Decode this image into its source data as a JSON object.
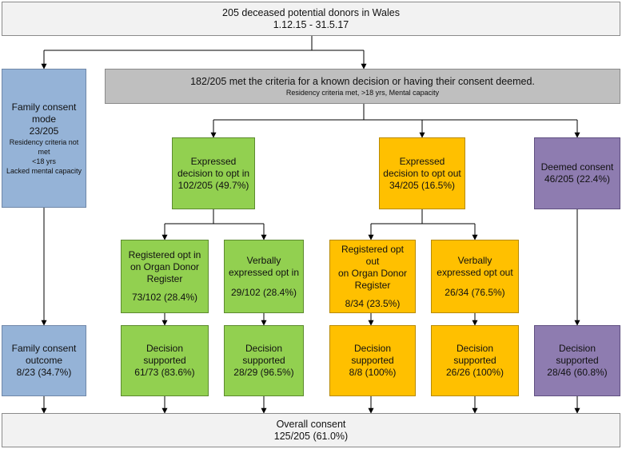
{
  "colors": {
    "grey_light": "#f2f2f2",
    "grey": "#bfbfbf",
    "blue": "#95b3d7",
    "green": "#92d050",
    "orange": "#ffc000",
    "purple": "#8e7cb0",
    "connector": "#000000"
  },
  "top": {
    "title": "205 deceased potential donors in Wales",
    "dates": "1.12.15 - 31.5.17"
  },
  "criteria": {
    "title": "182/205 met the criteria for a known decision or having their consent deemed.",
    "subtitle": "Residency criteria met, >18 yrs, Mental capacity"
  },
  "family_mode": {
    "line1": "Family consent",
    "line2": "mode",
    "count": "23/205",
    "note1": "Residency criteria not",
    "note2": "met",
    "note3": "<18 yrs",
    "note4": "Lacked mental capacity"
  },
  "opt_in": {
    "line1": "Expressed",
    "line2": "decision to opt in",
    "count": "102/205 (49.7%)"
  },
  "opt_out": {
    "line1": "Expressed",
    "line2": "decision to opt out",
    "count": "34/205 (16.5%)"
  },
  "deemed": {
    "line1": "Deemed consent",
    "count": "46/205 (22.4%)"
  },
  "reg_in": {
    "line1": "Registered opt in",
    "line2": "on Organ Donor",
    "line3": "Register",
    "count": "73/102 (28.4%)"
  },
  "verbal_in": {
    "line1": "Verbally",
    "line2": "expressed opt in",
    "count": "29/102 (28.4%)"
  },
  "reg_out": {
    "line1": "Registered opt out",
    "line2": "on Organ Donor",
    "line3": "Register",
    "count": "8/34 (23.5%)"
  },
  "verbal_out": {
    "line1": "Verbally",
    "line2": "expressed opt out",
    "count": "26/34 (76.5%)"
  },
  "family_outcome": {
    "line1": "Family consent",
    "line2": "outcome",
    "count": "8/23 (34.7%)"
  },
  "dec_reg_in": {
    "line1": "Decision",
    "line2": "supported",
    "count": "61/73 (83.6%)"
  },
  "dec_verbal_in": {
    "line1": "Decision",
    "line2": "supported",
    "count": "28/29 (96.5%)"
  },
  "dec_reg_out": {
    "line1": "Decision",
    "line2": "supported",
    "count": "8/8 (100%)"
  },
  "dec_verbal_out": {
    "line1": "Decision",
    "line2": "supported",
    "count": "26/26 (100%)"
  },
  "dec_deemed": {
    "line1": "Decision",
    "line2": "supported",
    "count": "28/46 (60.8%)"
  },
  "overall": {
    "title": "Overall consent",
    "count": "125/205 (61.0%)"
  }
}
